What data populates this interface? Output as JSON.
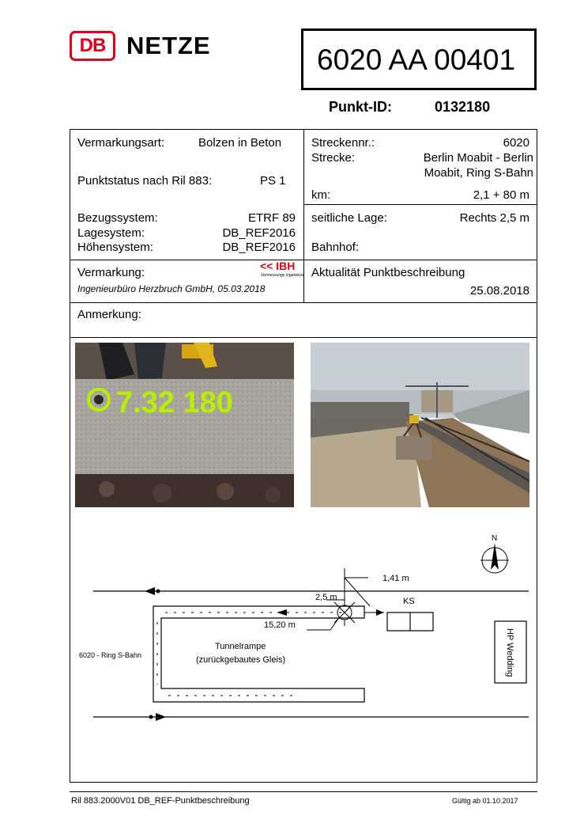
{
  "header": {
    "logo_text": "DB",
    "brand": "NETZE",
    "doc_id": "6020 AA 00401",
    "punkt_id_label": "Punkt-ID:",
    "punkt_id_value": "0132180"
  },
  "left": {
    "vermarkungsart_label": "Vermarkungsart:",
    "vermarkungsart_value": "Bolzen in Beton",
    "punktstatus_label": "Punktstatus  nach Ril 883:",
    "punktstatus_value": "PS 1",
    "bezug_label": "Bezugssystem:",
    "bezug_value": "ETRF 89",
    "lage_label": "Lagesystem:",
    "lage_value": "DB_REF2016",
    "hoehe_label": "Höhensystem:",
    "hoehe_value": "DB_REF2016",
    "vermarkung_label": "Vermarkung:",
    "vermarkung_value": "Ingenieurbüro Herzbruch GmbH, 05.03.2018",
    "ibh_logo_text": "<< IBH",
    "ibh_logo_sub": "Vermessungs Ingenieure"
  },
  "right": {
    "streckennr_label": "Streckennr.:",
    "streckennr_value": "6020",
    "strecke_label": "Strecke:",
    "strecke_value_1": "Berlin Moabit - Berlin",
    "strecke_value_2": "Moabit, Ring S-Bahn",
    "km_label": "km:",
    "km_value": "2,1 + 80 m",
    "seitlich_label": "seitliche Lage:",
    "seitlich_value": "Rechts 2,5 m",
    "bahnhof_label": "Bahnhof:",
    "aktualitaet_label": "Aktualität Punktbeschreibung",
    "aktualitaet_value": "25.08.2018"
  },
  "anmerkung_label": "Anmerkung:",
  "photos": {
    "left_marking_text": "7.32 180"
  },
  "sketch": {
    "north": "N",
    "dim_141": "1,41 m",
    "dim_25": "2,5 m",
    "dim_1520": "15,20 m",
    "ks": "KS",
    "tunnel_1": "Tunnelrampe",
    "tunnel_2": "(zurückgebautes Gleis)",
    "ring": "6020 - Ring S-Bahn",
    "hp": "HP Wedding"
  },
  "footer": {
    "left": "Ril 883.2000V01 DB_REF-Punktbeschreibung",
    "right": "Gültig ab 01.10.2017"
  }
}
